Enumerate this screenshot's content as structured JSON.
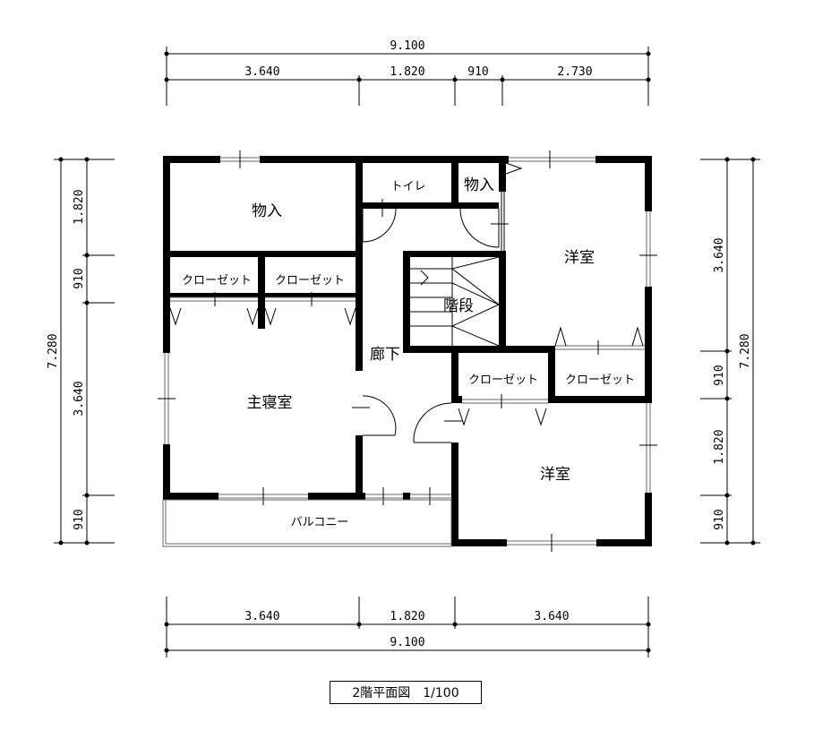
{
  "dimensions": {
    "top_total": "9.100",
    "top_segments": [
      "3.640",
      "1.820",
      "910",
      "2.730"
    ],
    "bottom_segments": [
      "3.640",
      "1.820",
      "3.640"
    ],
    "bottom_total": "9.100",
    "left_total": "7.280",
    "left_segments": [
      "1.820",
      "910",
      "3.640",
      "910"
    ],
    "right_segments": [
      "3.640",
      "910",
      "1.820",
      "910"
    ],
    "right_total": "7.280"
  },
  "rooms": {
    "storage_left": "物入",
    "toilet": "トイレ",
    "storage_small": "物入",
    "western_room_top": "洋室",
    "closet_1": "クローゼット",
    "closet_2": "クローゼット",
    "stairs": "階段",
    "hallway": "廊下",
    "master_bedroom": "主寝室",
    "closet_3": "クローゼット",
    "closet_4": "クローゼット",
    "western_room_bottom": "洋室",
    "balcony": "バルコニー"
  },
  "title": "2階平面図　1/100"
}
